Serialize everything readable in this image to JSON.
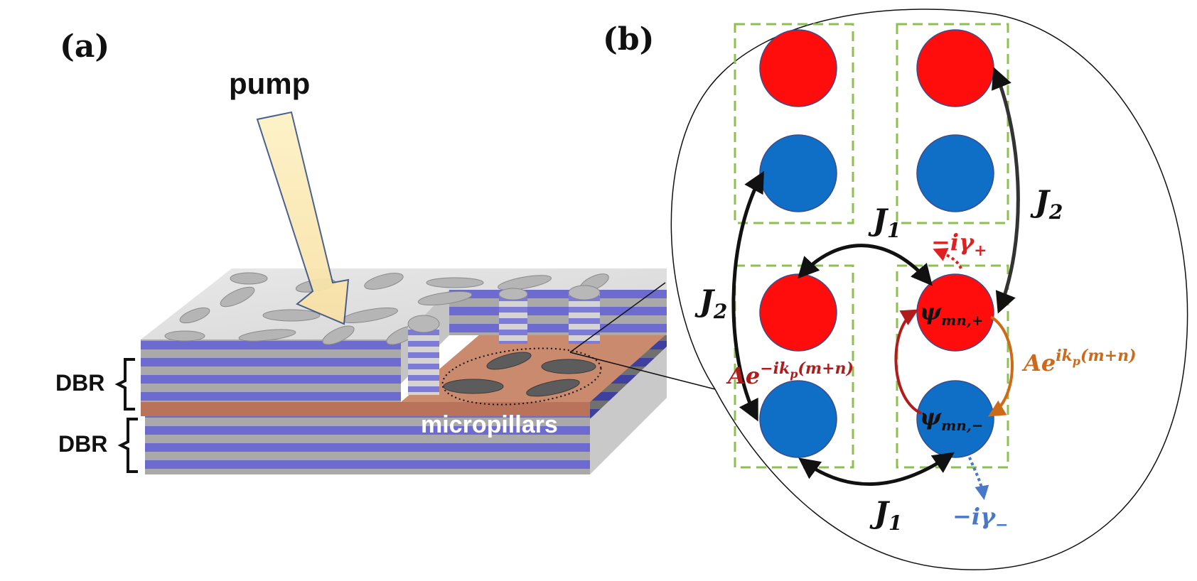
{
  "panel_a": {
    "label": "(a)",
    "pump_label": "pump",
    "dbr_top_label": "DBR",
    "dbr_bottom_label": "DBR",
    "micropillars_label": "micropillars"
  },
  "panel_b": {
    "label": "(b)",
    "coupling_j1_top": {
      "base": "J",
      "sub": "1"
    },
    "coupling_j1_bottom": {
      "base": "J",
      "sub": "1"
    },
    "coupling_j2_left": {
      "base": "J",
      "sub": "2"
    },
    "coupling_j2_right": {
      "base": "J",
      "sub": "2"
    },
    "gain_plus": {
      "base": "−iγ",
      "sub": "+"
    },
    "gain_minus": {
      "base": "−iγ",
      "sub": "−"
    },
    "psi_plus": {
      "base": "ψ",
      "sub": "mn,+"
    },
    "psi_minus": {
      "base": "ψ",
      "sub": "mn,−"
    },
    "phase_left": {
      "base": "Ae",
      "sup": "−ik",
      "sup_sub": "p",
      "sup_tail": "(m+n)"
    },
    "phase_right": {
      "base": "Ae",
      "sup": "ik",
      "sup_sub": "p",
      "sup_tail": "(m+n)"
    }
  },
  "colors": {
    "red_site": "#ff0d0d",
    "blue_site": "#0f6fc6",
    "cell_border": "#8cc152",
    "gain_red": "#e02020",
    "gain_blue": "#4a78c8",
    "phase_left": "#b01c1c",
    "phase_right": "#cc6a1a",
    "cavity": "#b9735a",
    "dbr_blue": "#6d6bd0",
    "dbr_gray": "#a9a9a9"
  }
}
